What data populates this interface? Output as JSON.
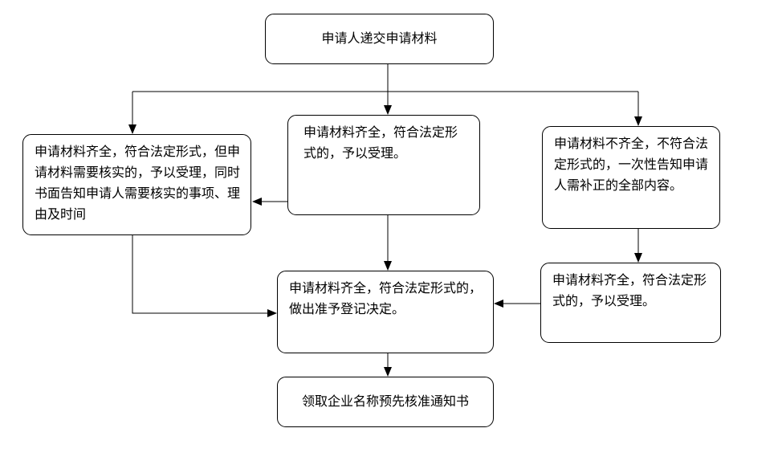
{
  "diagram_type": "flowchart",
  "nodes": {
    "start": {
      "label": "申请人递交申请材料"
    },
    "verify": {
      "label": "申请材料齐全，符合法定形式，但申请材料需要核实的，予以受理，同时书面告知申请人需要核实的事项、理由及时间"
    },
    "accept": {
      "label": "申请材料齐全，符合法定形式的，予以受理。"
    },
    "incomplete": {
      "label": "申请材料不齐全，不符合法定形式的，一次性告知申请人需补正的全部内容。"
    },
    "accept2": {
      "label": "申请材料齐全，符合法定形式的，予以受理。"
    },
    "decision": {
      "label": "申请材料齐全，符合法定形式的，做出准予登记决定。"
    },
    "end": {
      "label": "领取企业名称预先核准通知书"
    }
  },
  "edges": [
    {
      "from": "start",
      "to": "verify"
    },
    {
      "from": "start",
      "to": "accept"
    },
    {
      "from": "start",
      "to": "incomplete"
    },
    {
      "from": "accept",
      "to": "verify"
    },
    {
      "from": "verify",
      "to": "decision"
    },
    {
      "from": "accept",
      "to": "decision"
    },
    {
      "from": "incomplete",
      "to": "accept2"
    },
    {
      "from": "accept2",
      "to": "decision"
    },
    {
      "from": "decision",
      "to": "end"
    }
  ],
  "colors": {
    "background": "#ffffff",
    "box_fill": "#ffffff",
    "box_border": "#000000",
    "line": "#000000",
    "text": "#000000"
  }
}
